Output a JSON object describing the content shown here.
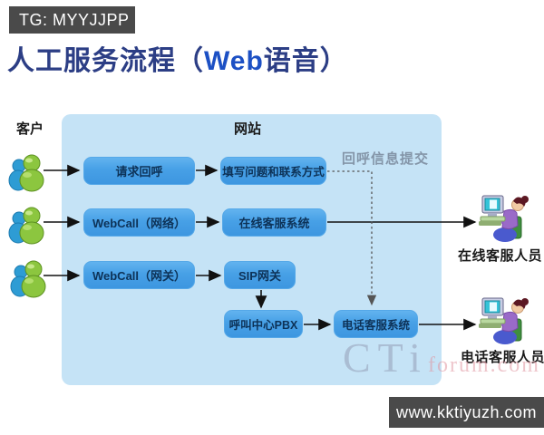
{
  "badges": {
    "tg": "TG: MYYJJPP",
    "site": "www.kktiyuzh.com"
  },
  "title": {
    "prefix": "人工服务流程（",
    "web": "Web",
    "suffix": "语音）"
  },
  "diagram": {
    "customer_label": "客户",
    "website_label": "网站",
    "callback_note": "回呼信息提交",
    "boxes": {
      "request_callback": "请求回呼",
      "fill_contact_info": "填写问题和联系方式",
      "webcall_network": "WebCall（网络）",
      "online_service_system": "在线客服系统",
      "webcall_gateway": "WebCall（网关）",
      "sip_gateway": "SIP网关",
      "call_center_pbx": "呼叫中心PBX",
      "phone_service_system": "电话客服系统"
    },
    "agents": {
      "online_agent": "在线客服人员",
      "phone_agent": "电话客服人员"
    }
  },
  "watermark": {
    "big": "CTi",
    "small": "forum.com"
  },
  "colors": {
    "container_blue": "#c5e3f6",
    "box_blue": "#47a0e6",
    "box_text_navy": "#0d3257",
    "title_navy": "#2c3e85",
    "title_web_blue": "#1c50c4",
    "note_gray": "#8495a8",
    "badge_gray": "#4a4a4a"
  }
}
